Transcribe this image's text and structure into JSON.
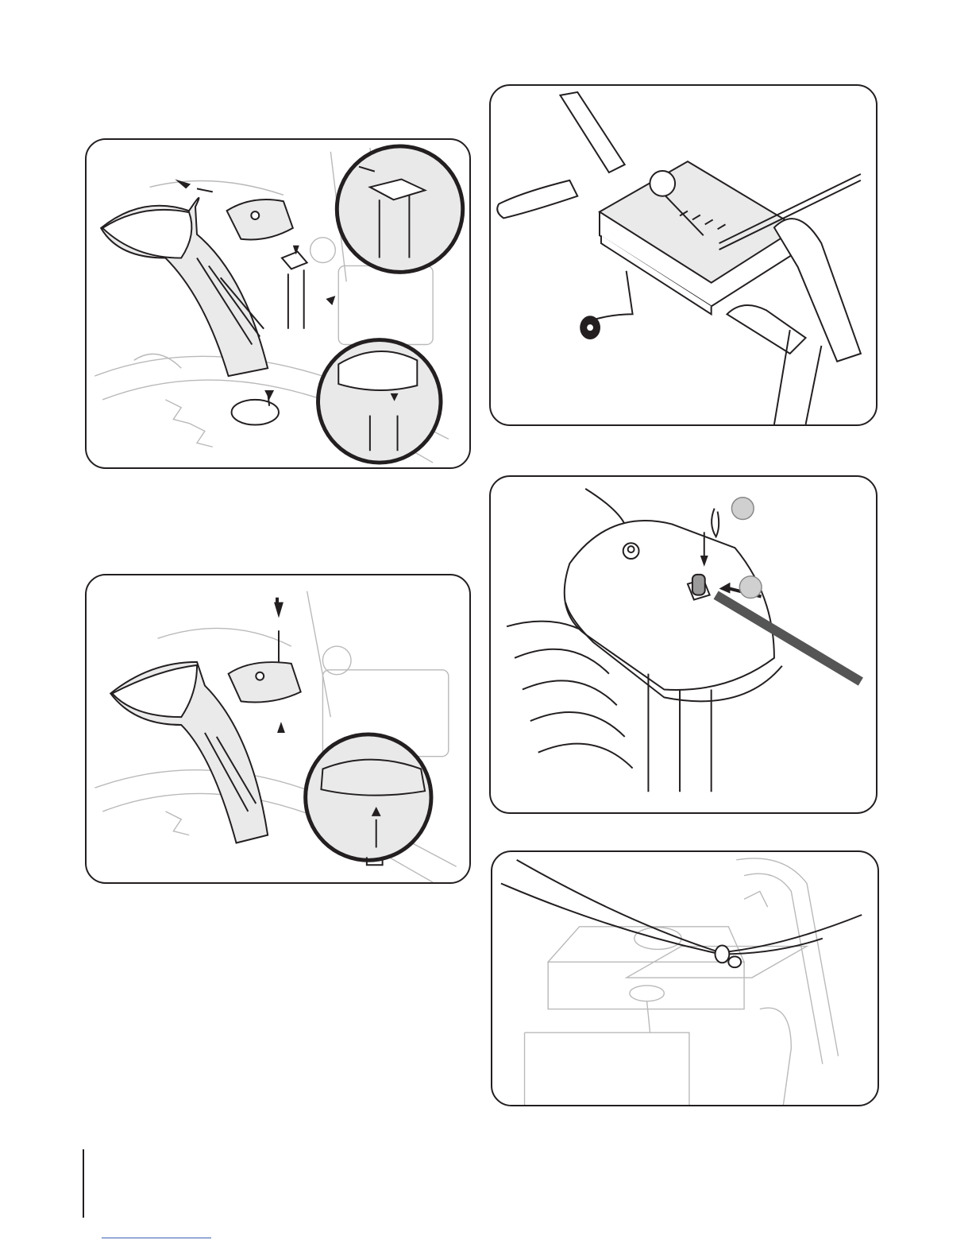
{
  "page": {
    "figures": [
      {
        "id": "fig-a",
        "icon": "chute-assembly-illustration"
      },
      {
        "id": "fig-b",
        "icon": "shift-handle-control-panel-illustration"
      },
      {
        "id": "fig-c",
        "icon": "chute-screw-illustration"
      },
      {
        "id": "fig-d",
        "icon": "chute-pin-clip-illustration"
      },
      {
        "id": "fig-e",
        "icon": "cable-guide-clip-illustration"
      }
    ]
  }
}
